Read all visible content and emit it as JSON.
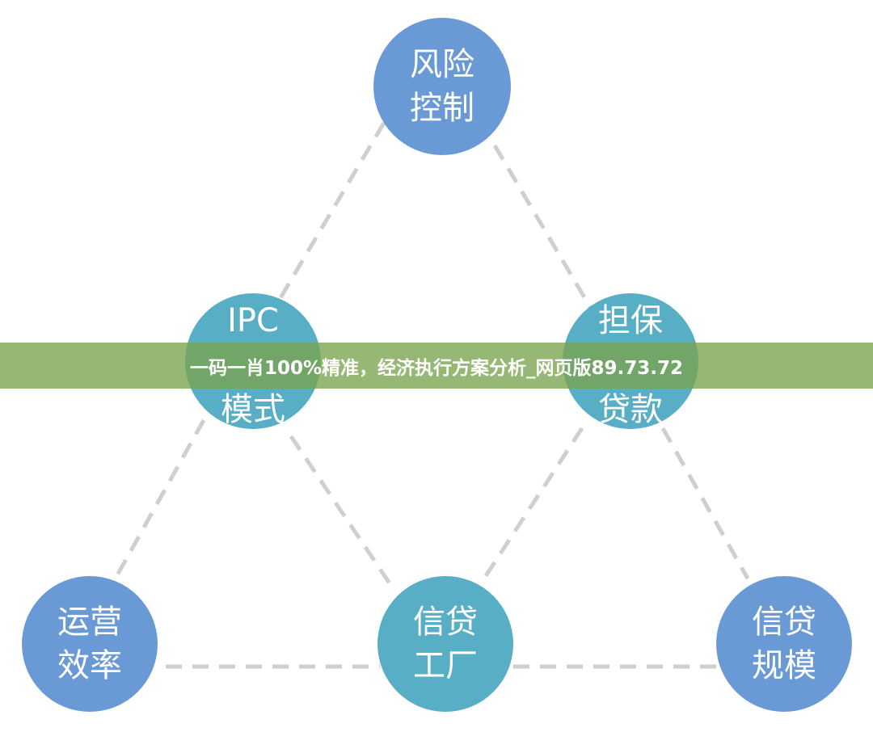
{
  "nodes": [
    {
      "id": "risk",
      "line1": "风险",
      "line2": "控制",
      "color": "#6a9ad6"
    },
    {
      "id": "ipc",
      "line1": "IPC",
      "line2": "模式",
      "color": "#58afc5"
    },
    {
      "id": "guarantee",
      "line1": "担保",
      "line2": "贷款",
      "color": "#58afc5"
    },
    {
      "id": "ops",
      "line1": "运营",
      "line2": "效率",
      "color": "#6a9ad6"
    },
    {
      "id": "factory",
      "line1": "信贷",
      "line2": "工厂",
      "color": "#58afc5"
    },
    {
      "id": "scale",
      "line1": "信贷",
      "line2": "规模",
      "color": "#6a9ad6"
    }
  ],
  "edges": [
    [
      "risk",
      "ipc"
    ],
    [
      "risk",
      "guarantee"
    ],
    [
      "ipc",
      "ops"
    ],
    [
      "ipc",
      "factory"
    ],
    [
      "guarantee",
      "factory"
    ],
    [
      "guarantee",
      "scale"
    ],
    [
      "ops",
      "factory"
    ],
    [
      "factory",
      "scale"
    ]
  ],
  "banner": {
    "text": "一码一肖100%精准，经济执行方案分析_网页版89.73.72"
  }
}
